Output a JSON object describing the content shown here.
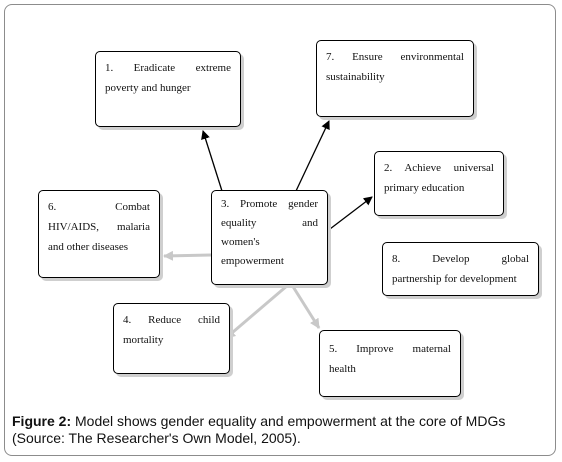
{
  "boxes": {
    "box1": {
      "lines": [
        "1.   Eradicate    extreme",
        "poverty and hunger"
      ]
    },
    "box7": {
      "lines": [
        "7.   Ensure   environmental",
        "sustainability"
      ]
    },
    "box2": {
      "lines": [
        "2.  Achieve universal",
        "primary education"
      ]
    },
    "box6": {
      "lines": [
        "6.            Combat",
        "HIV/AIDS, malaria",
        "and other diseases"
      ]
    },
    "box3": {
      "lines": [
        "3.  Promote gender",
        "equality         and",
        "women's",
        "empowerment"
      ]
    },
    "box8": {
      "lines": [
        "8.       Develop     global",
        "partnership for development"
      ]
    },
    "box4": {
      "lines": [
        "4.   Reduce   child",
        "mortality"
      ]
    },
    "box5": {
      "lines": [
        "5.   Improve    maternal",
        "health"
      ]
    }
  },
  "caption": {
    "label": "Figure 2:",
    "text": " Model shows gender equality and empowerment at the core of MDGs",
    "source": "(Source: The Researcher's Own Model, 2005)."
  },
  "colors": {
    "arrow_dark": "#000000",
    "arrow_light": "#c8c8c8",
    "frame": "#8c8c8c"
  }
}
